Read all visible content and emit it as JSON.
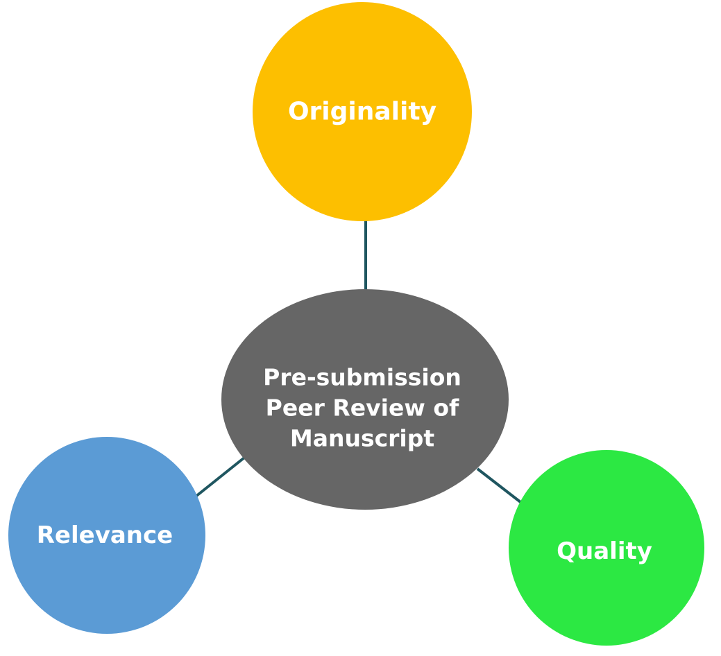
{
  "center": {
    "lines": [
      "Pre-submission",
      "Peer Review of",
      "Manuscript"
    ],
    "color": "#666666"
  },
  "nodes": {
    "originality": {
      "label": "Originality",
      "color": "#fdbf00"
    },
    "relevance": {
      "label": "Relevance",
      "color": "#5b9bd5"
    },
    "quality": {
      "label": "Quality",
      "color": "#2ce843"
    }
  },
  "connector_color": "#1f5660"
}
